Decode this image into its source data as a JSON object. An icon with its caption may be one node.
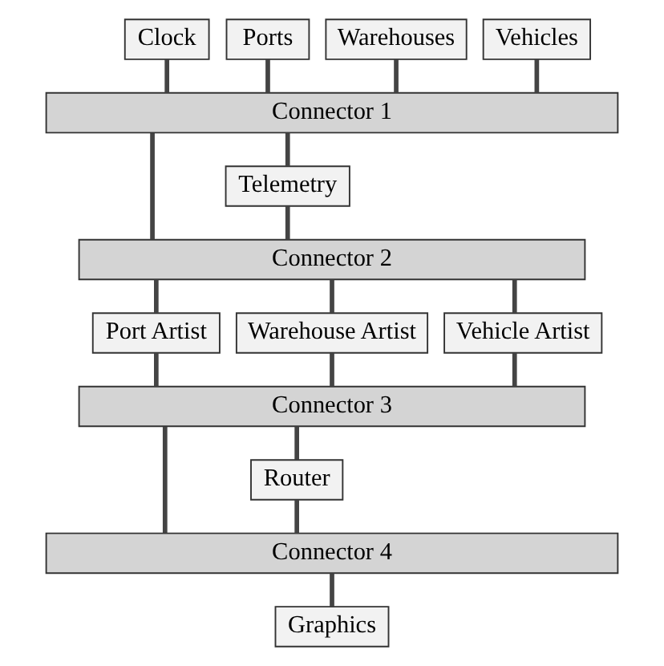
{
  "diagram": {
    "nodes": [
      {
        "text": [
          "Clock"
        ]
      },
      {
        "text": [
          "Ports"
        ]
      },
      {
        "text": [
          "Warehouses"
        ]
      },
      {
        "text": [
          "Vehicles"
        ]
      },
      {
        "text": [
          "Connector 1"
        ]
      },
      {
        "text": [
          "Telemetry"
        ]
      },
      {
        "text": [
          "Connector 2"
        ]
      },
      {
        "text": [
          "Port Artist"
        ]
      },
      {
        "text": [
          "Warehouse Artist"
        ]
      },
      {
        "text": [
          "Vehicle Artist"
        ]
      },
      {
        "text": [
          "Connector 3"
        ]
      },
      {
        "text": [
          "Router"
        ]
      },
      {
        "text": [
          "Connector 4"
        ]
      },
      {
        "text": [
          "Graphics"
        ]
      }
    ],
    "edges": [
      {
        "from": 0,
        "to": 4,
        "arrow": "none"
      },
      {
        "from": 1,
        "to": 4,
        "arrow": "none"
      },
      {
        "from": 2,
        "to": 4,
        "arrow": "none"
      },
      {
        "from": 3,
        "to": 4,
        "arrow": "none"
      },
      {
        "from": 4,
        "to": 5,
        "arrow": "none"
      },
      {
        "from": 5,
        "to": 6,
        "arrow": "none"
      },
      {
        "from": 4,
        "to": 6,
        "arrow": "none"
      },
      {
        "from": 6,
        "to": 7,
        "arrow": "none"
      },
      {
        "from": 6,
        "to": 8,
        "arrow": "none"
      },
      {
        "from": 6,
        "to": 9,
        "arrow": "none"
      },
      {
        "from": 7,
        "to": 10,
        "arrow": "none"
      },
      {
        "from": 8,
        "to": 10,
        "arrow": "none"
      },
      {
        "from": 9,
        "to": 10,
        "arrow": "none"
      },
      {
        "from": 10,
        "to": 11,
        "arrow": "none"
      },
      {
        "from": 11,
        "to": 12,
        "arrow": "none"
      },
      {
        "from": 10,
        "to": 12,
        "arrow": "none"
      },
      {
        "from": 12,
        "to": 13,
        "arrow": "none"
      }
    ]
  }
}
